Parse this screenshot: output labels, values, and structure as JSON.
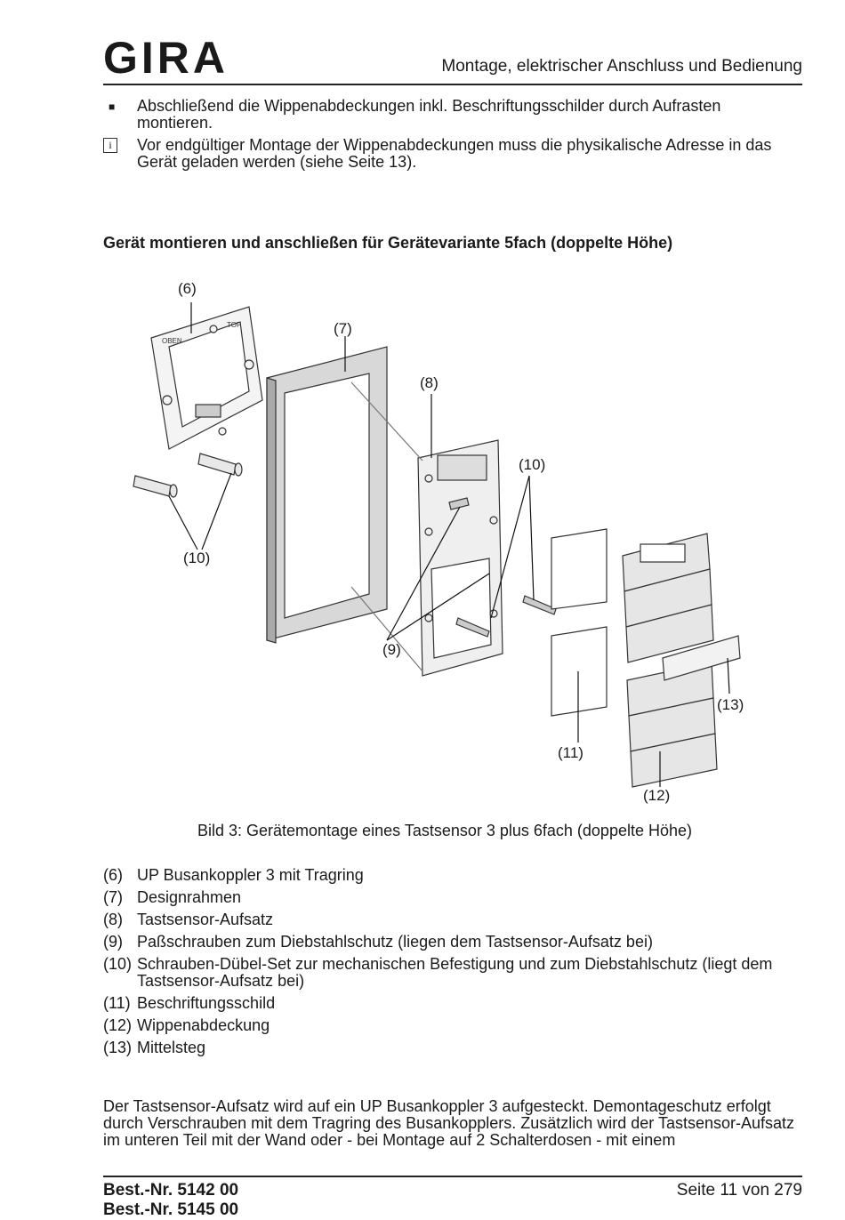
{
  "header": {
    "logo": "GIRA",
    "title": "Montage, elektrischer Anschluss und Bedienung"
  },
  "intro": {
    "bullet_text": "Abschließend die Wippenabdeckungen inkl. Beschriftungsschilder durch Aufrasten montieren.",
    "info_icon": "i",
    "info_text": "Vor endgültiger Montage der Wippenabdeckungen muss die physikalische Adresse in das Gerät geladen werden  (siehe Seite 13)."
  },
  "section_heading": "Gerät montieren und anschließen für Gerätevariante 5fach (doppelte Höhe)",
  "figure": {
    "callouts": [
      "(6)",
      "(7)",
      "(8)",
      "(10)",
      "(10)",
      "(9)",
      "(11)",
      "(12)",
      "(13)"
    ],
    "frame_labels": {
      "oben": "OBEN",
      "top": "TOP"
    },
    "caption": "Bild 3: Gerätemontage eines Tastsensor 3 plus 6fach (doppelte Höhe)"
  },
  "legend": [
    {
      "num": "(6)",
      "text": "UP Busankoppler 3 mit Tragring"
    },
    {
      "num": "(7)",
      "text": "Designrahmen"
    },
    {
      "num": "(8)",
      "text": "Tastsensor-Aufsatz"
    },
    {
      "num": "(9)",
      "text": "Paßschrauben zum Diebstahlschutz (liegen dem Tastsensor-Aufsatz bei)"
    },
    {
      "num": "(10)",
      "text": "Schrauben-Dübel-Set zur mechanischen Befestigung und zum Diebstahlschutz (liegt dem Tastsensor-Aufsatz bei)"
    },
    {
      "num": "(11)",
      "text": "Beschriftungsschild"
    },
    {
      "num": "(12)",
      "text": "Wippenabdeckung"
    },
    {
      "num": "(13)",
      "text": "Mittelsteg"
    }
  ],
  "body_text": "Der Tastsensor-Aufsatz wird auf ein UP Busankoppler 3 aufgesteckt. Demontageschutz erfolgt durch Verschrauben mit dem Tragring des Busankopplers. Zusätzlich wird der Tastsensor-Aufsatz im unteren Teil mit der Wand oder - bei Montage auf 2 Schalterdosen - mit einem",
  "footer": {
    "order_1": "Best.-Nr.  5142 00",
    "order_2": "Best.-Nr.  5145 00",
    "page": "Seite 11 von 279"
  }
}
